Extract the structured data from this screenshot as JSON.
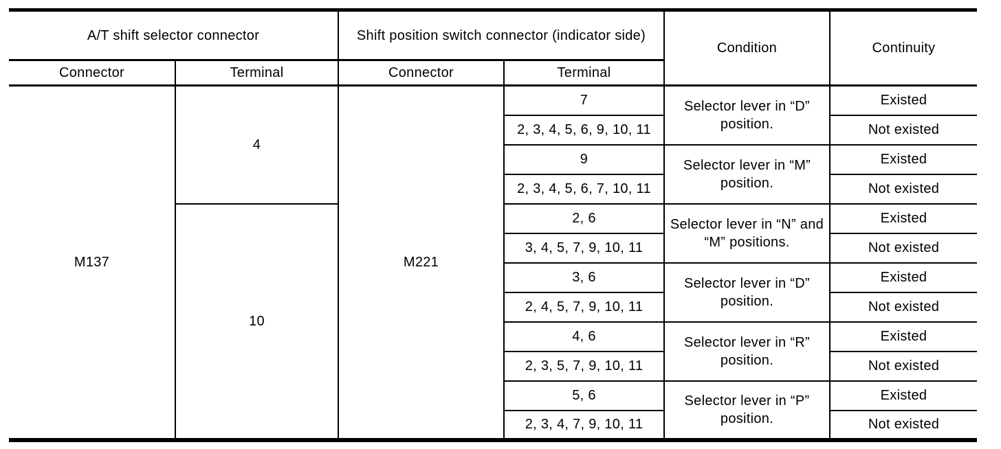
{
  "table": {
    "columns": {
      "at_group": "A/T shift selector connector",
      "sps_group": "Shift position switch connector (indicator side)",
      "condition": "Condition",
      "continuity": "Continuity",
      "at_connector": "Connector",
      "at_terminal": "Terminal",
      "sps_connector": "Connector",
      "sps_terminal": "Terminal"
    },
    "at_connector_value": "M137",
    "sps_connector_value": "M221",
    "at_terminal_groups": [
      {
        "terminal": "4"
      },
      {
        "terminal": "10"
      }
    ],
    "conditions": [
      {
        "text": "Selector lever in “D” position."
      },
      {
        "text": "Selector lever in “M” position."
      },
      {
        "text": "Selector lever in “N” and “M” positions."
      },
      {
        "text": "Selector lever in “D” position."
      },
      {
        "text": "Selector lever in “R” position."
      },
      {
        "text": "Selector lever in “P” position."
      }
    ],
    "rows": [
      {
        "sps_terminal": "7",
        "continuity": "Existed"
      },
      {
        "sps_terminal": "2, 3, 4, 5, 6, 9, 10, 11",
        "continuity": "Not existed"
      },
      {
        "sps_terminal": "9",
        "continuity": "Existed"
      },
      {
        "sps_terminal": "2, 3, 4, 5, 6, 7, 10, 11",
        "continuity": "Not existed"
      },
      {
        "sps_terminal": "2, 6",
        "continuity": "Existed"
      },
      {
        "sps_terminal": "3, 4, 5, 7, 9, 10, 11",
        "continuity": "Not existed"
      },
      {
        "sps_terminal": "3, 6",
        "continuity": "Existed"
      },
      {
        "sps_terminal": "2, 4, 5, 7, 9, 10, 11",
        "continuity": "Not existed"
      },
      {
        "sps_terminal": "4, 6",
        "continuity": "Existed"
      },
      {
        "sps_terminal": "2, 3, 5, 7, 9, 10, 11",
        "continuity": "Not existed"
      },
      {
        "sps_terminal": "5, 6",
        "continuity": "Existed"
      },
      {
        "sps_terminal": "2, 3, 4, 7, 9, 10, 11",
        "continuity": "Not existed"
      }
    ],
    "ink_color": "#000000",
    "background_color": "#ffffff"
  }
}
